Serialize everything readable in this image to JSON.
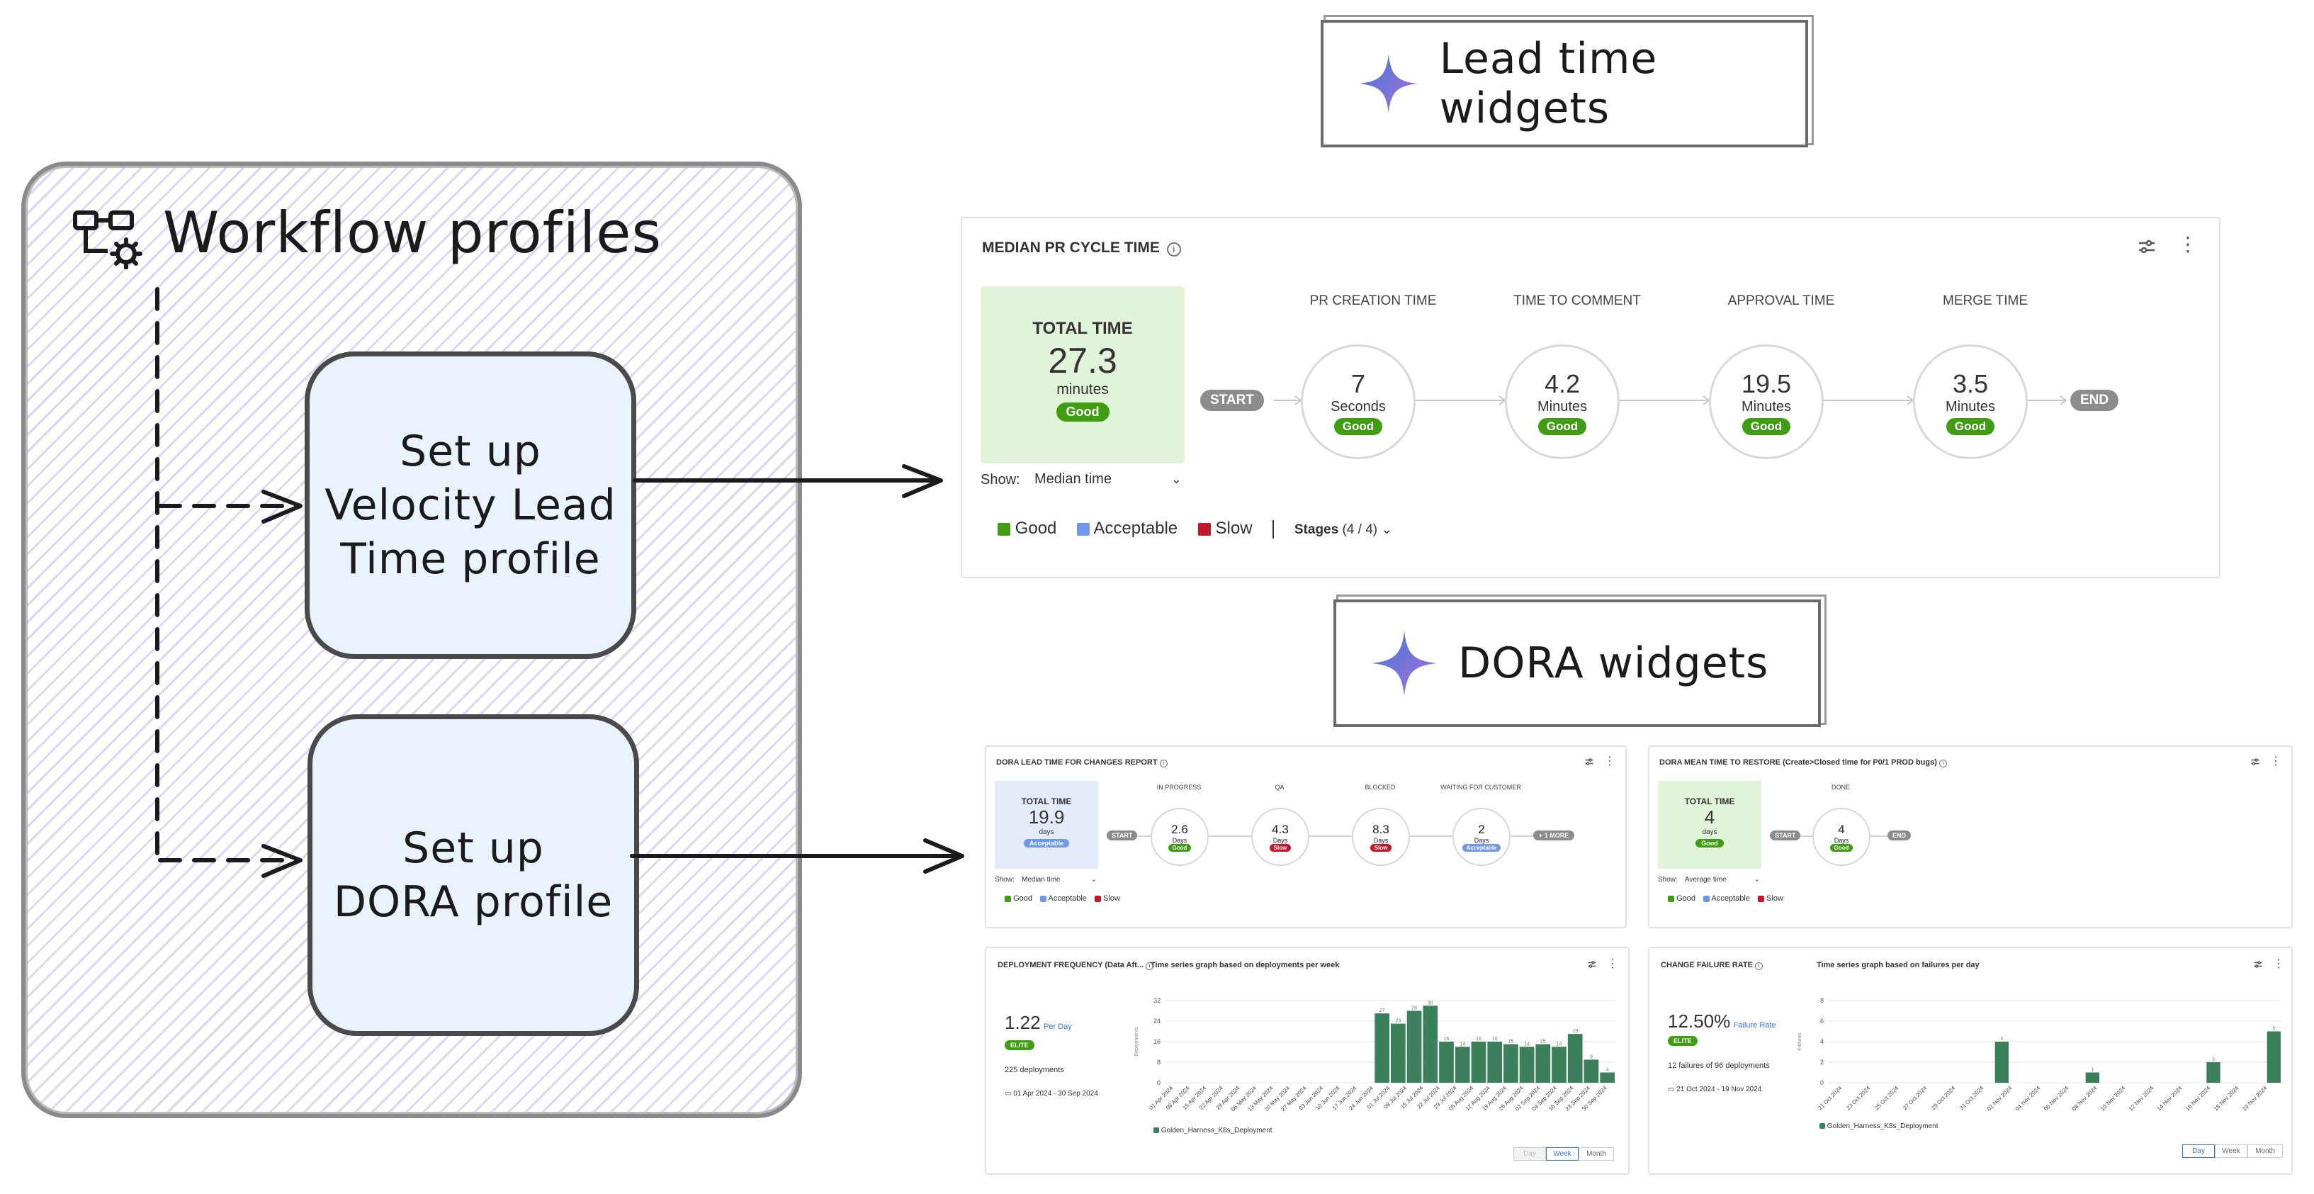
{
  "workflow": {
    "title": "Workflow profiles",
    "velocity_box": "Set up\nVelocity Lead\nTime profile",
    "dora_box": "Set up\nDORA profile"
  },
  "tags": {
    "lead": "Lead time widgets",
    "dora": "DORA widgets"
  },
  "main_widget": {
    "title": "MEDIAN PR CYCLE TIME",
    "total_label": "TOTAL TIME",
    "total_value": "27.3",
    "total_unit": "minutes",
    "total_badge": "Good",
    "show_label": "Show:",
    "show_value": "Median time",
    "start": "START",
    "end": "END",
    "stages": [
      {
        "name": "PR CREATION TIME",
        "value": "7",
        "unit": "Seconds",
        "badge": "Good"
      },
      {
        "name": "TIME TO COMMENT",
        "value": "4.2",
        "unit": "Minutes",
        "badge": "Good"
      },
      {
        "name": "APPROVAL TIME",
        "value": "19.5",
        "unit": "Minutes",
        "badge": "Good"
      },
      {
        "name": "MERGE TIME",
        "value": "3.5",
        "unit": "Minutes",
        "badge": "Good"
      }
    ],
    "legend": [
      "Good",
      "Acceptable",
      "Slow"
    ],
    "stages_label": "Stages",
    "stages_count": "(4 / 4)"
  },
  "dora_lead": {
    "title": "DORA LEAD TIME FOR CHANGES REPORT",
    "total_label": "TOTAL TIME",
    "total_value": "19.9",
    "total_unit": "days",
    "total_badge": "Acceptable",
    "start": "START",
    "more": "+ 1 MORE",
    "show_label": "Show:",
    "show_value": "Median time",
    "stages": [
      {
        "name": "IN PROGRESS",
        "value": "2.6",
        "unit": "Days",
        "badge": "Good"
      },
      {
        "name": "QA",
        "value": "4.3",
        "unit": "Days",
        "badge": "Slow"
      },
      {
        "name": "BLOCKED",
        "value": "8.3",
        "unit": "Days",
        "badge": "Slow"
      },
      {
        "name": "WAITING FOR CUSTOMER",
        "value": "2",
        "unit": "Days",
        "badge": "Acceptable"
      }
    ],
    "legend": [
      "Good",
      "Acceptable",
      "Slow"
    ]
  },
  "dora_mttr": {
    "title": "DORA MEAN TIME TO RESTORE (Create>Closed time for P0/1 PROD bugs)",
    "total_label": "TOTAL TIME",
    "total_value": "4",
    "total_unit": "days",
    "total_badge": "Good",
    "start": "START",
    "end": "END",
    "stage": {
      "name": "DONE",
      "value": "4",
      "unit": "Days",
      "badge": "Good"
    },
    "show_label": "Show:",
    "show_value": "Average time",
    "legend": [
      "Good",
      "Acceptable",
      "Slow"
    ]
  },
  "deploy_freq": {
    "title": "DEPLOYMENT FREQUENCY (Data Aft...",
    "graph_title": "Time series graph based on deployments per week",
    "value": "1.22",
    "unit": "Per Day",
    "badge": "ELITE",
    "count": "225 deployments",
    "range": "01 Apr 2024 - 30 Sep 2024",
    "series_name": "Golden_Harness_K8s_Deployment",
    "ylabel": "Deployments",
    "buttons": [
      "Day",
      "Week",
      "Month"
    ],
    "active": "Week"
  },
  "cfr": {
    "title": "CHANGE FAILURE RATE",
    "graph_title": "Time series graph based on failures per day",
    "value": "12.50%",
    "unit": "Failure Rate",
    "badge": "ELITE",
    "count": "12 failures of 96 deployments",
    "range": "21 Oct 2024 - 19 Nov 2024",
    "series_name": "Golden_Harness_K8s_Deployment",
    "ylabel": "Failures",
    "buttons": [
      "Day",
      "Week",
      "Month"
    ],
    "active": "Day"
  },
  "colors": {
    "good": "#3f9d12",
    "slow": "#c3172c",
    "acceptable": "#6f98e8",
    "bar": "#3b7f5b",
    "sparkle_a": "#3a7bd5",
    "sparkle_b": "#b16cdb"
  },
  "chart_data": [
    {
      "type": "bar",
      "title": "Time series graph based on deployments per week",
      "ylabel": "Deployments",
      "ylim": [
        0,
        32
      ],
      "yticks": [
        0,
        8,
        16,
        24,
        32
      ],
      "categories": [
        "01 Apr 2024",
        "08 Apr 2024",
        "15 Apr 2024",
        "22 Apr 2024",
        "29 Apr 2024",
        "06 May 2024",
        "13 May 2024",
        "20 May 2024",
        "27 May 2024",
        "03 Jun 2024",
        "10 Jun 2024",
        "17 Jun 2024",
        "24 Jun 2024",
        "01 Jul 2024",
        "08 Jul 2024",
        "15 Jul 2024",
        "22 Jul 2024",
        "29 Jul 2024",
        "05 Aug 2024",
        "12 Aug 2024",
        "19 Aug 2024",
        "26 Aug 2024",
        "02 Sep 2024",
        "09 Sep 2024",
        "16 Sep 2024",
        "23 Sep 2024",
        "30 Sep 2024"
      ],
      "series": [
        {
          "name": "Golden_Harness_K8s_Deployment",
          "values": [
            0,
            0,
            0,
            0,
            0,
            0,
            0,
            0,
            0,
            0,
            0,
            0,
            0,
            27,
            23,
            28,
            30,
            16,
            14,
            16,
            16,
            15,
            14,
            15,
            14,
            19,
            9,
            4
          ]
        }
      ]
    },
    {
      "type": "bar",
      "title": "Time series graph based on failures per day",
      "ylabel": "Failures",
      "ylim": [
        0,
        8
      ],
      "yticks": [
        0,
        2,
        4,
        6,
        8
      ],
      "categories": [
        "21 Oct 2024",
        "23 Oct 2024",
        "25 Oct 2024",
        "27 Oct 2024",
        "29 Oct 2024",
        "31 Oct 2024",
        "02 Nov 2024",
        "04 Nov 2024",
        "06 Nov 2024",
        "08 Nov 2024",
        "10 Nov 2024",
        "12 Nov 2024",
        "14 Nov 2024",
        "16 Nov 2024",
        "18 Nov 2024",
        "19 Nov 2024"
      ],
      "series": [
        {
          "name": "Golden_Harness_K8s_Deployment",
          "values": [
            0,
            0,
            0,
            0,
            0,
            0,
            0,
            0,
            0,
            0,
            0,
            4,
            0,
            0,
            0,
            0,
            0,
            1,
            0,
            0,
            0,
            0,
            0,
            0,
            0,
            2,
            0,
            0,
            0,
            5
          ]
        }
      ]
    }
  ]
}
